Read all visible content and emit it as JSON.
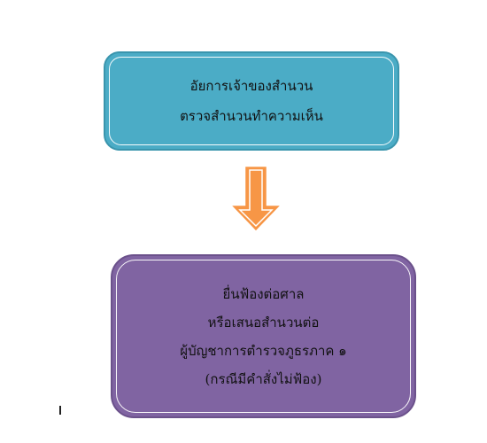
{
  "diagram": {
    "top_box": {
      "lines": [
        "อัยการเจ้าของสำนวน",
        "ตรวจสำนวนทำความเห็น"
      ],
      "fill_color": "#4bacc6"
    },
    "bottom_box": {
      "lines": [
        "ยื่นฟ้องต่อศาล",
        "หรือเสนอสำนวนต่อ",
        "ผู้บัญชาการตำรวจภูธรภาค ๑",
        "(กรณีมีคำสั่งไม่ฟ้อง)"
      ],
      "fill_color": "#8064a2"
    },
    "arrow": {
      "direction": "down",
      "fill_color": "#f79646"
    }
  }
}
